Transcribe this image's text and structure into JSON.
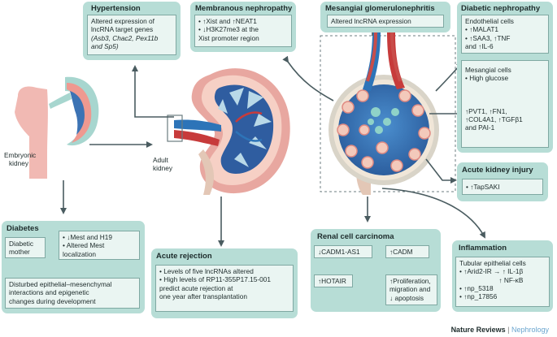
{
  "labels": {
    "embryonic": [
      "Embryonic",
      "kidney"
    ],
    "adult": [
      "Adult",
      "kidney"
    ]
  },
  "boxes": {
    "hypertension": {
      "title": "Hypertension",
      "lines": [
        "Altered expression of",
        "lncRNA target genes",
        "(Asb3, Chac2, Pex11b",
        "and Sp5)"
      ]
    },
    "membranous": {
      "title": "Membranous nephropathy",
      "lines": [
        "• ↑Xist and ↑NEAT1",
        "• ↓H3K27me3 at the",
        "  Xist promoter region"
      ]
    },
    "mesangial": {
      "title": "Mesangial glomerulonephritis",
      "lines": [
        "Altered lncRNA expression"
      ]
    },
    "diabetic_nephropathy": {
      "title": "Diabetic nephropathy",
      "endothelial": [
        "Endothelial cells",
        "• ↑MALAT1",
        "• ↑SAA3, ↑TNF",
        "  and ↑IL-6"
      ],
      "mesangial_cells": [
        "Mesangial cells",
        "• High glucose"
      ],
      "outcomes": [
        "↑PVT1, ↑FN1,",
        "↑COL4A1, ↑TGFβ1",
        "and PAI-1"
      ]
    },
    "aki": {
      "title": "Acute kidney injury",
      "lines": [
        "• ↑TapSAKI"
      ]
    },
    "diabetes": {
      "title": "Diabetes",
      "mother": [
        "Diabetic",
        "mother"
      ],
      "effects": [
        "• ↓Mest and H19",
        "• Altered Mest",
        "  localization"
      ],
      "result": [
        "Disturbed epithelial–mesenchymal",
        "interactions and epigenetic",
        "changes during development"
      ]
    },
    "rejection": {
      "title": "Acute rejection",
      "lines": [
        "• Levels of five lncRNAs altered",
        "• High levels of RP11-355P17.15-001",
        "  predict acute rejection at",
        "  one year after transplantation"
      ]
    },
    "rcc": {
      "title": "Renal cell carcinoma",
      "cadm1": "↓CADM1-AS1",
      "cadm": "↑CADM",
      "hotair": "↑HOTAIR",
      "result": [
        "↑Proliferation,",
        "migration and",
        "↓ apoptosis"
      ]
    },
    "inflammation": {
      "title": "Inflammation",
      "lines": [
        "Tubular epithelial cells",
        "• ↑Arid2-IR →  ↑ IL-1β",
        "                     ↑ NF-κB",
        "• ↑np_5318",
        "• ↑np_17856"
      ]
    }
  },
  "footer": {
    "brand": "Nature Reviews",
    "sep": "|",
    "journal": "Nephrology"
  }
}
